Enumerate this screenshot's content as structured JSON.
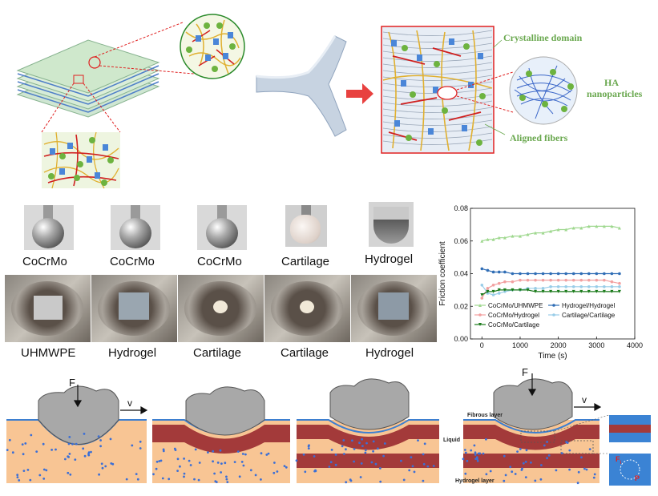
{
  "labels": {
    "crystalline_domain": "Crystalline domain",
    "ha": "HA",
    "nanoparticles": "nanoparticles",
    "aligned_fibers": "Aligned fibers"
  },
  "top_heads": [
    "CoCrMo",
    "CoCrMo",
    "CoCrMo",
    "Cartilage",
    "Hydrogel"
  ],
  "bottom_bases": [
    "UHMWPE",
    "Hydrogel",
    "Cartilage",
    "Cartilage",
    "Hydrogel"
  ],
  "diagram": {
    "force": "F",
    "velocity": "v",
    "force2": "F",
    "velocity2": "v",
    "fibrous_layer": "Fibrous layer",
    "liquid": "Liquid",
    "hydrogel_layer": "Hydrogel layer",
    "fi": "F",
    "fi_sub": "i",
    "p": "P"
  },
  "chart_data": {
    "type": "line",
    "xlabel": "Time (s)",
    "ylabel": "Friction coefficient",
    "xlim": [
      -300,
      4000
    ],
    "ylim": [
      0.0,
      0.08
    ],
    "xticks": [
      0,
      1000,
      2000,
      3000,
      4000
    ],
    "yticks": [
      0.0,
      0.02,
      0.04,
      0.06,
      0.08
    ],
    "x": [
      0,
      150,
      300,
      450,
      600,
      800,
      1000,
      1200,
      1400,
      1600,
      1800,
      2000,
      2200,
      2400,
      2600,
      2800,
      3000,
      3200,
      3400,
      3600
    ],
    "series": [
      {
        "name": "CoCrMo/UHMWPE",
        "color": "#9fd88f",
        "marker": "triangle",
        "values": [
          0.06,
          0.061,
          0.061,
          0.062,
          0.062,
          0.063,
          0.063,
          0.064,
          0.065,
          0.065,
          0.066,
          0.067,
          0.067,
          0.068,
          0.068,
          0.069,
          0.069,
          0.069,
          0.069,
          0.068
        ]
      },
      {
        "name": "Hydrogel/Hydrogel",
        "color": "#2f6db5",
        "marker": "circle",
        "values": [
          0.043,
          0.042,
          0.041,
          0.041,
          0.041,
          0.04,
          0.04,
          0.04,
          0.04,
          0.04,
          0.04,
          0.04,
          0.04,
          0.04,
          0.04,
          0.04,
          0.04,
          0.04,
          0.04,
          0.04
        ]
      },
      {
        "name": "CoCrMo/Hydrogel",
        "color": "#f2a0a0",
        "marker": "circle",
        "values": [
          0.025,
          0.031,
          0.033,
          0.034,
          0.035,
          0.035,
          0.036,
          0.036,
          0.036,
          0.036,
          0.036,
          0.036,
          0.036,
          0.036,
          0.036,
          0.036,
          0.036,
          0.036,
          0.035,
          0.034
        ]
      },
      {
        "name": "Cartilage/Cartilage",
        "color": "#99cde8",
        "marker": "circle",
        "values": [
          0.033,
          0.028,
          0.027,
          0.028,
          0.029,
          0.03,
          0.03,
          0.031,
          0.031,
          0.031,
          0.032,
          0.032,
          0.032,
          0.032,
          0.032,
          0.032,
          0.032,
          0.032,
          0.032,
          0.032
        ]
      },
      {
        "name": "CoCrMo/Cartilage",
        "color": "#1a7a1a",
        "marker": "triangle-down",
        "values": [
          0.027,
          0.029,
          0.029,
          0.03,
          0.03,
          0.03,
          0.03,
          0.03,
          0.029,
          0.029,
          0.029,
          0.029,
          0.029,
          0.029,
          0.029,
          0.029,
          0.029,
          0.029,
          0.029,
          0.029
        ]
      }
    ],
    "legend_placement": "bottom"
  }
}
